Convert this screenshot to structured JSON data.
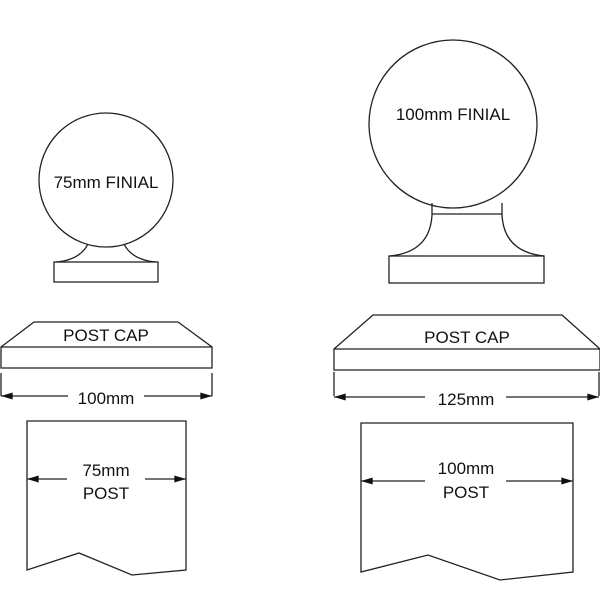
{
  "left": {
    "finial_label": "75mm FINIAL",
    "cap_label": "POST CAP",
    "cap_width": "100mm",
    "post_size": "75mm",
    "post_label": "POST"
  },
  "right": {
    "finial_label": "100mm FINIAL",
    "cap_label": "POST CAP",
    "cap_width": "125mm",
    "post_size": "100mm",
    "post_label": "POST"
  }
}
